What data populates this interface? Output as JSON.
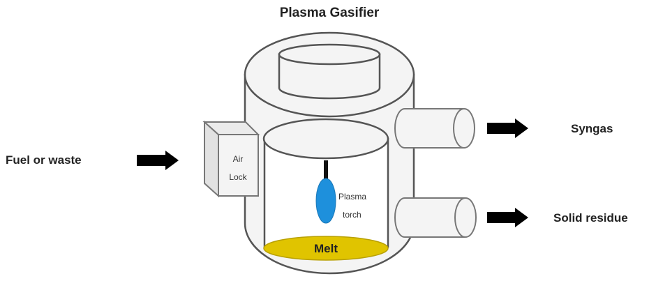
{
  "title": "Plasma Gasifier",
  "inputs": [
    {
      "label": "Fuel or waste"
    }
  ],
  "outputs": [
    {
      "label": "Syngas"
    },
    {
      "label": "Solid residue"
    }
  ],
  "components": {
    "air_lock": {
      "line1": "Air",
      "line2": "Lock"
    },
    "plasma_torch": {
      "line1": "Plasma",
      "line2": "torch"
    },
    "melt": {
      "label": "Melt"
    }
  },
  "colors": {
    "vessel_fill": "#f4f4f4",
    "outline": "#555555",
    "torch_blue": "#1e90dc",
    "melt_yellow": "#e0c400",
    "arrow": "#000000"
  }
}
